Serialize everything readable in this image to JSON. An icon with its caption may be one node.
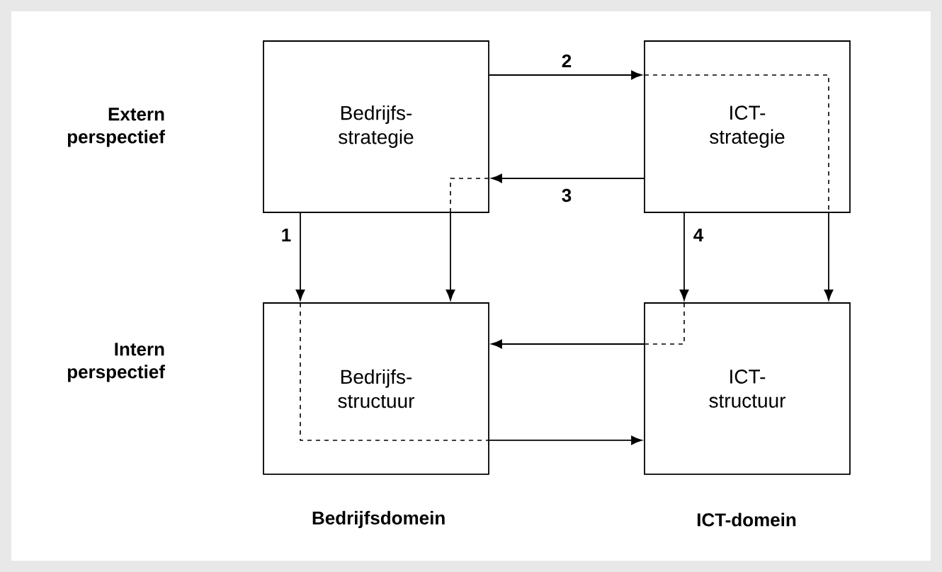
{
  "diagram": {
    "nodes": [
      {
        "text": [
          "Bedrijfs- strategie"
        ]
      },
      {
        "text": [
          "ICT- strategie"
        ]
      },
      {
        "text": [
          "Bedrijfs- structuur"
        ]
      },
      {
        "text": [
          "ICT- structuur"
        ]
      }
    ],
    "edges": [
      {
        "from": 0,
        "to": 1,
        "arrow": "to",
        "label": "2"
      },
      {
        "from": 1,
        "to": 0,
        "arrow": "to",
        "label": "3"
      },
      {
        "from": 0,
        "to": 2,
        "arrow": "to",
        "label": "1"
      },
      {
        "from": 0,
        "to": 2,
        "arrow": "to"
      },
      {
        "from": 1,
        "to": 3,
        "arrow": "to",
        "label": "4"
      },
      {
        "from": 1,
        "to": 3,
        "arrow": "to"
      },
      {
        "from": 3,
        "to": 2,
        "arrow": "to"
      },
      {
        "from": 2,
        "to": 3,
        "arrow": "to"
      }
    ],
    "labels": [
      "Extern perspectief",
      "Intern perspectief",
      "Bedrijfsdomein",
      "ICT-domein"
    ]
  }
}
